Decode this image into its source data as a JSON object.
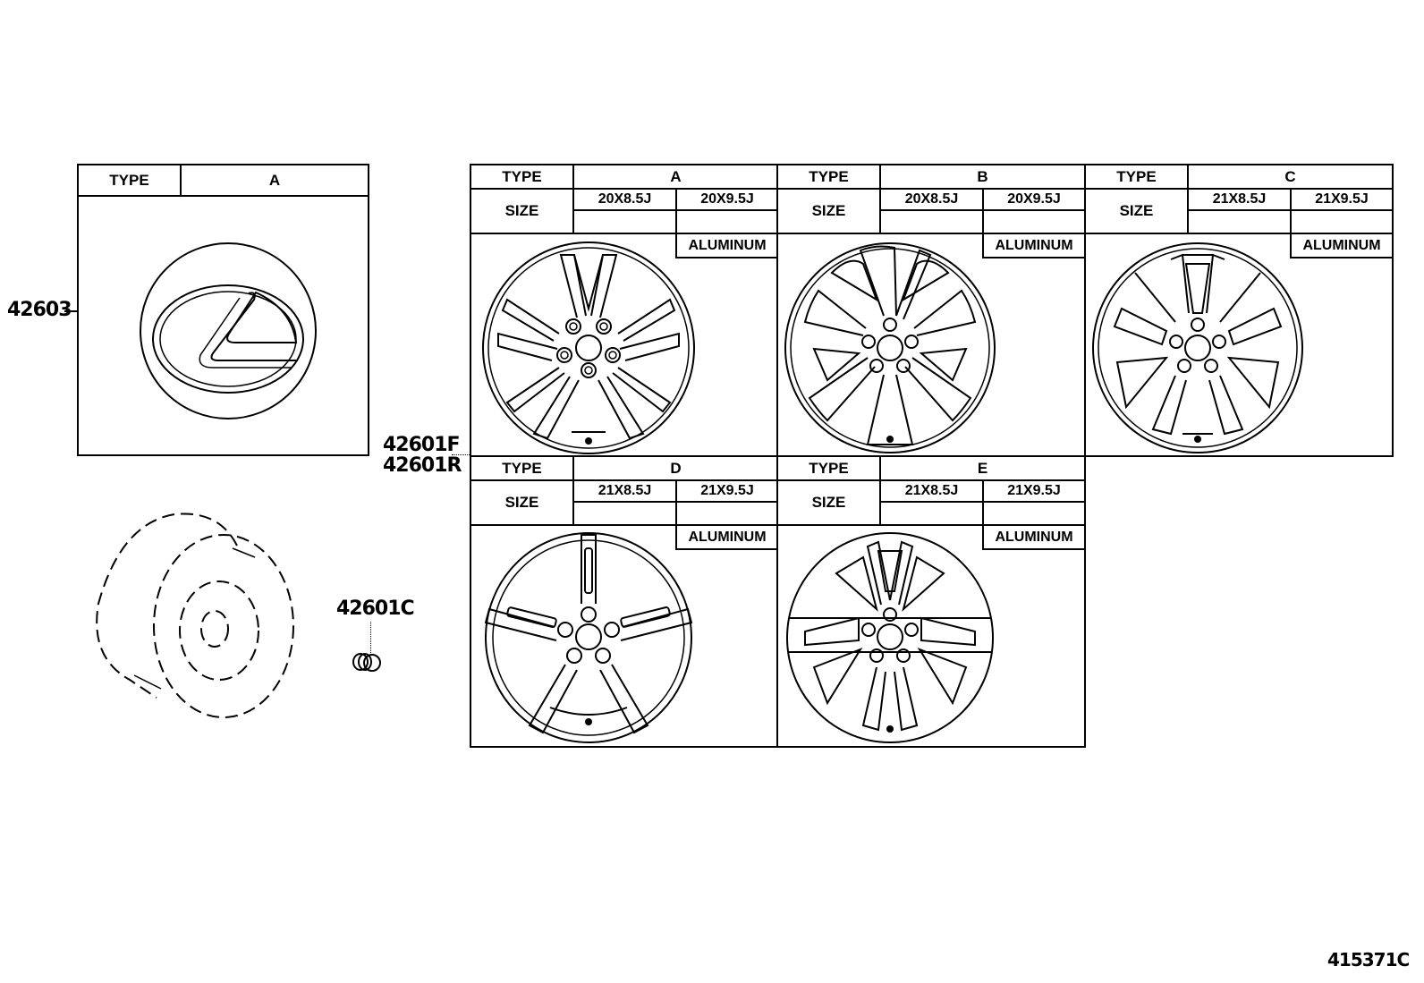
{
  "diagram_code": "415371C",
  "parts": {
    "center_cap": "42603",
    "wheel_front": "42601F",
    "wheel_rear": "42601R",
    "valve": "42601C"
  },
  "cap_table": {
    "type_label": "TYPE",
    "type_value": "A"
  },
  "wheel_tables": [
    {
      "type_label": "TYPE",
      "type_value": "A",
      "size_label": "SIZE",
      "sizes": [
        "20X8.5J",
        "20X9.5J"
      ],
      "material": "ALUMINUM"
    },
    {
      "type_label": "TYPE",
      "type_value": "B",
      "size_label": "SIZE",
      "sizes": [
        "20X8.5J",
        "20X9.5J"
      ],
      "material": "ALUMINUM"
    },
    {
      "type_label": "TYPE",
      "type_value": "C",
      "size_label": "SIZE",
      "sizes": [
        "21X8.5J",
        "21X9.5J"
      ],
      "material": "ALUMINUM"
    },
    {
      "type_label": "TYPE",
      "type_value": "D",
      "size_label": "SIZE",
      "sizes": [
        "21X8.5J",
        "21X9.5J"
      ],
      "material": "ALUMINUM"
    },
    {
      "type_label": "TYPE",
      "type_value": "E",
      "size_label": "SIZE",
      "sizes": [
        "21X8.5J",
        "21X9.5J"
      ],
      "material": "ALUMINUM"
    }
  ]
}
